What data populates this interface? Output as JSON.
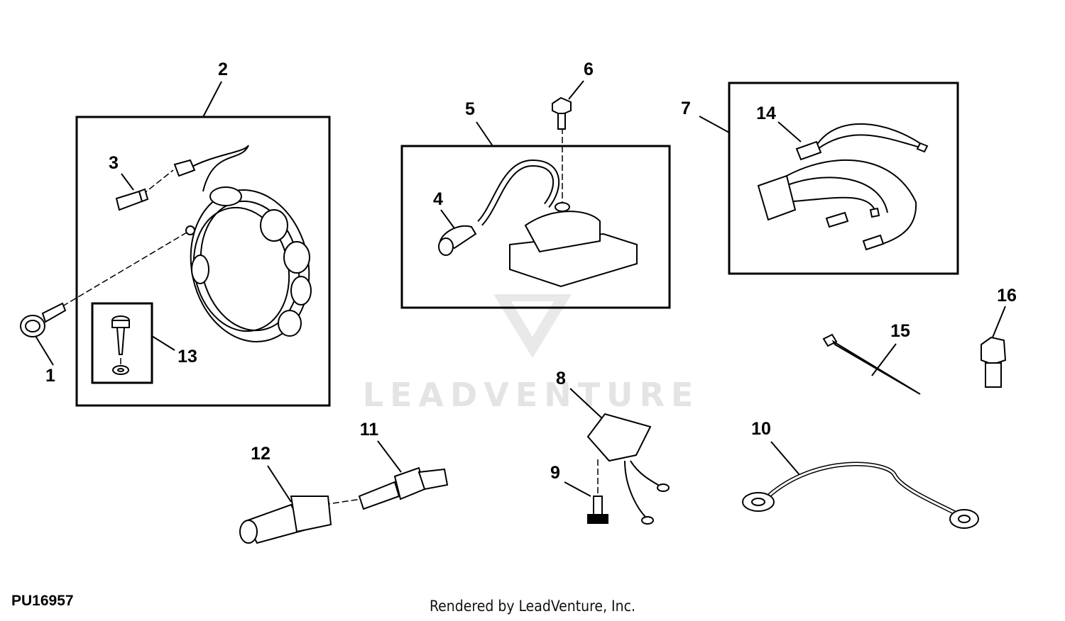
{
  "diagram": {
    "id": "PU16957",
    "credit": "Rendered by LeadVenture, Inc.",
    "watermark": "LEADVENTURE",
    "callouts": {
      "c1": "1",
      "c2": "2",
      "c3": "3",
      "c4": "4",
      "c5": "5",
      "c6": "6",
      "c7": "7",
      "c8": "8",
      "c9": "9",
      "c10": "10",
      "c11": "11",
      "c12": "12",
      "c13": "13",
      "c14": "14",
      "c15": "15",
      "c16": "16"
    }
  }
}
